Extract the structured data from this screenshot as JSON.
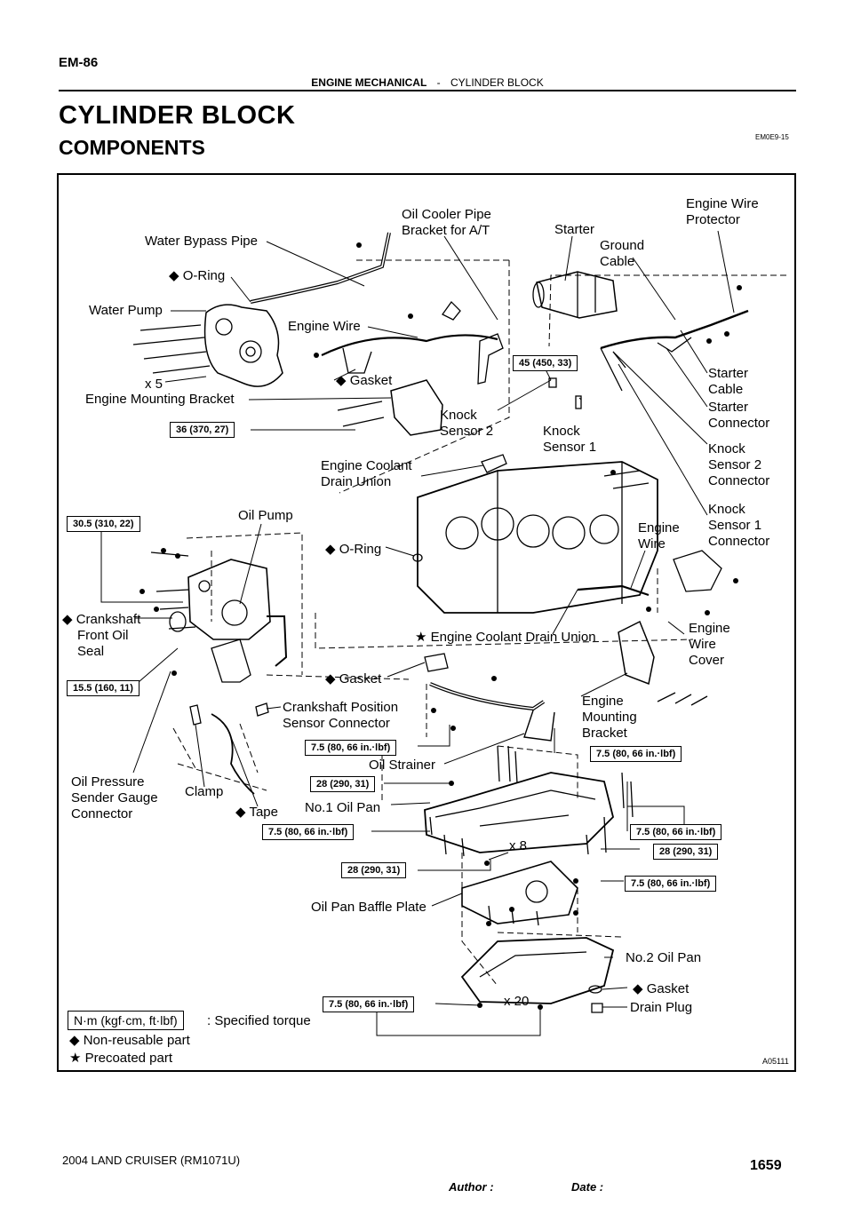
{
  "header": {
    "page_id": "EM-86",
    "section": "ENGINE MECHANICAL",
    "separator": "-",
    "subsection": "CYLINDER BLOCK"
  },
  "title": "CYLINDER BLOCK",
  "subtitle": "COMPONENTS",
  "doc_code": "EM0E9-15",
  "figure_id": "A05111",
  "labels": {
    "water_bypass_pipe": "Water Bypass Pipe",
    "o_ring_top": "O-Ring",
    "water_pump": "Water Pump",
    "x5": "x 5",
    "engine_mounting_bracket_left": "Engine Mounting Bracket",
    "oil_cooler_pipe_1": "Oil Cooler Pipe",
    "oil_cooler_pipe_2": "Bracket for A/T",
    "starter": "Starter",
    "ground_cable_1": "Ground",
    "ground_cable_2": "Cable",
    "engine_wire_protector_1": "Engine Wire",
    "engine_wire_protector_2": "Protector",
    "engine_wire_top": "Engine Wire",
    "gasket_top": "Gasket",
    "knock_sensor2_1": "Knock",
    "knock_sensor2_2": "Sensor 2",
    "knock_sensor1_1": "Knock",
    "knock_sensor1_2": "Sensor 1",
    "starter_cable_1": "Starter",
    "starter_cable_2": "Cable",
    "starter_connector_1": "Starter",
    "starter_connector_2": "Connector",
    "ks2_connector_1": "Knock",
    "ks2_connector_2": "Sensor 2",
    "ks2_connector_3": "Connector",
    "ks1_connector_1": "Knock",
    "ks1_connector_2": "Sensor 1",
    "ks1_connector_3": "Connector",
    "engine_coolant_drain_union_1": "Engine Coolant",
    "engine_coolant_drain_union_2": "Drain Union",
    "oil_pump": "Oil Pump",
    "o_ring_mid": "O-Ring",
    "engine_wire_mid_1": "Engine",
    "engine_wire_mid_2": "Wire",
    "crank_front_seal_1": "Crankshaft",
    "crank_front_seal_2": "Front Oil",
    "crank_front_seal_3": "Seal",
    "engine_coolant_drain_union_pre": "Engine Coolant Drain Union",
    "engine_wire_cover_1": "Engine",
    "engine_wire_cover_2": "Wire",
    "engine_wire_cover_3": "Cover",
    "gasket_mid": "Gasket",
    "crank_pos_sensor_1": "Crankshaft Position",
    "crank_pos_sensor_2": "Sensor Connector",
    "engine_mounting_bracket_right_1": "Engine",
    "engine_mounting_bracket_right_2": "Mounting",
    "engine_mounting_bracket_right_3": "Bracket",
    "oil_strainer": "Oil Strainer",
    "oil_pressure_1": "Oil Pressure",
    "oil_pressure_2": "Sender Gauge",
    "oil_pressure_3": "Connector",
    "clamp": "Clamp",
    "tape": "Tape",
    "no1_oil_pan": "No.1 Oil Pan",
    "x8": "x 8",
    "oil_pan_baffle_plate": "Oil Pan Baffle Plate",
    "no2_oil_pan": "No.2 Oil Pan",
    "gasket_bottom": "Gasket",
    "drain_plug": "Drain Plug",
    "x20": "x 20"
  },
  "torques": {
    "t45": "45 (450, 33)",
    "t36": "36 (370, 27)",
    "t30_5": "30.5 (310, 22)",
    "t15_5": "15.5 (160, 11)",
    "t7_5_a": "7.5 (80, 66 in.·lbf)",
    "t7_5_b": "7.5 (80, 66 in.·lbf)",
    "t28_a": "28 (290, 31)",
    "t7_5_c": "7.5 (80, 66 in.·lbf)",
    "t7_5_d": "7.5 (80, 66 in.·lbf)",
    "t28_b": "28 (290, 31)",
    "t28_c": "28 (290, 31)",
    "t7_5_e": "7.5 (80, 66 in.·lbf)",
    "t7_5_f": "7.5 (80, 66 in.·lbf)"
  },
  "legend": {
    "torque_unit": "N·m (kgf·cm, ft·lbf)",
    "torque_desc": ": Specified torque",
    "nonreusable": "Non-reusable part",
    "precoated": "Precoated part"
  },
  "symbols": {
    "nonreusable": "◆",
    "precoated": "★"
  },
  "footer": {
    "model": "2004 LAND CRUISER   (RM1071U)",
    "author": "Author :",
    "date": "Date :",
    "page_number": "1659"
  }
}
